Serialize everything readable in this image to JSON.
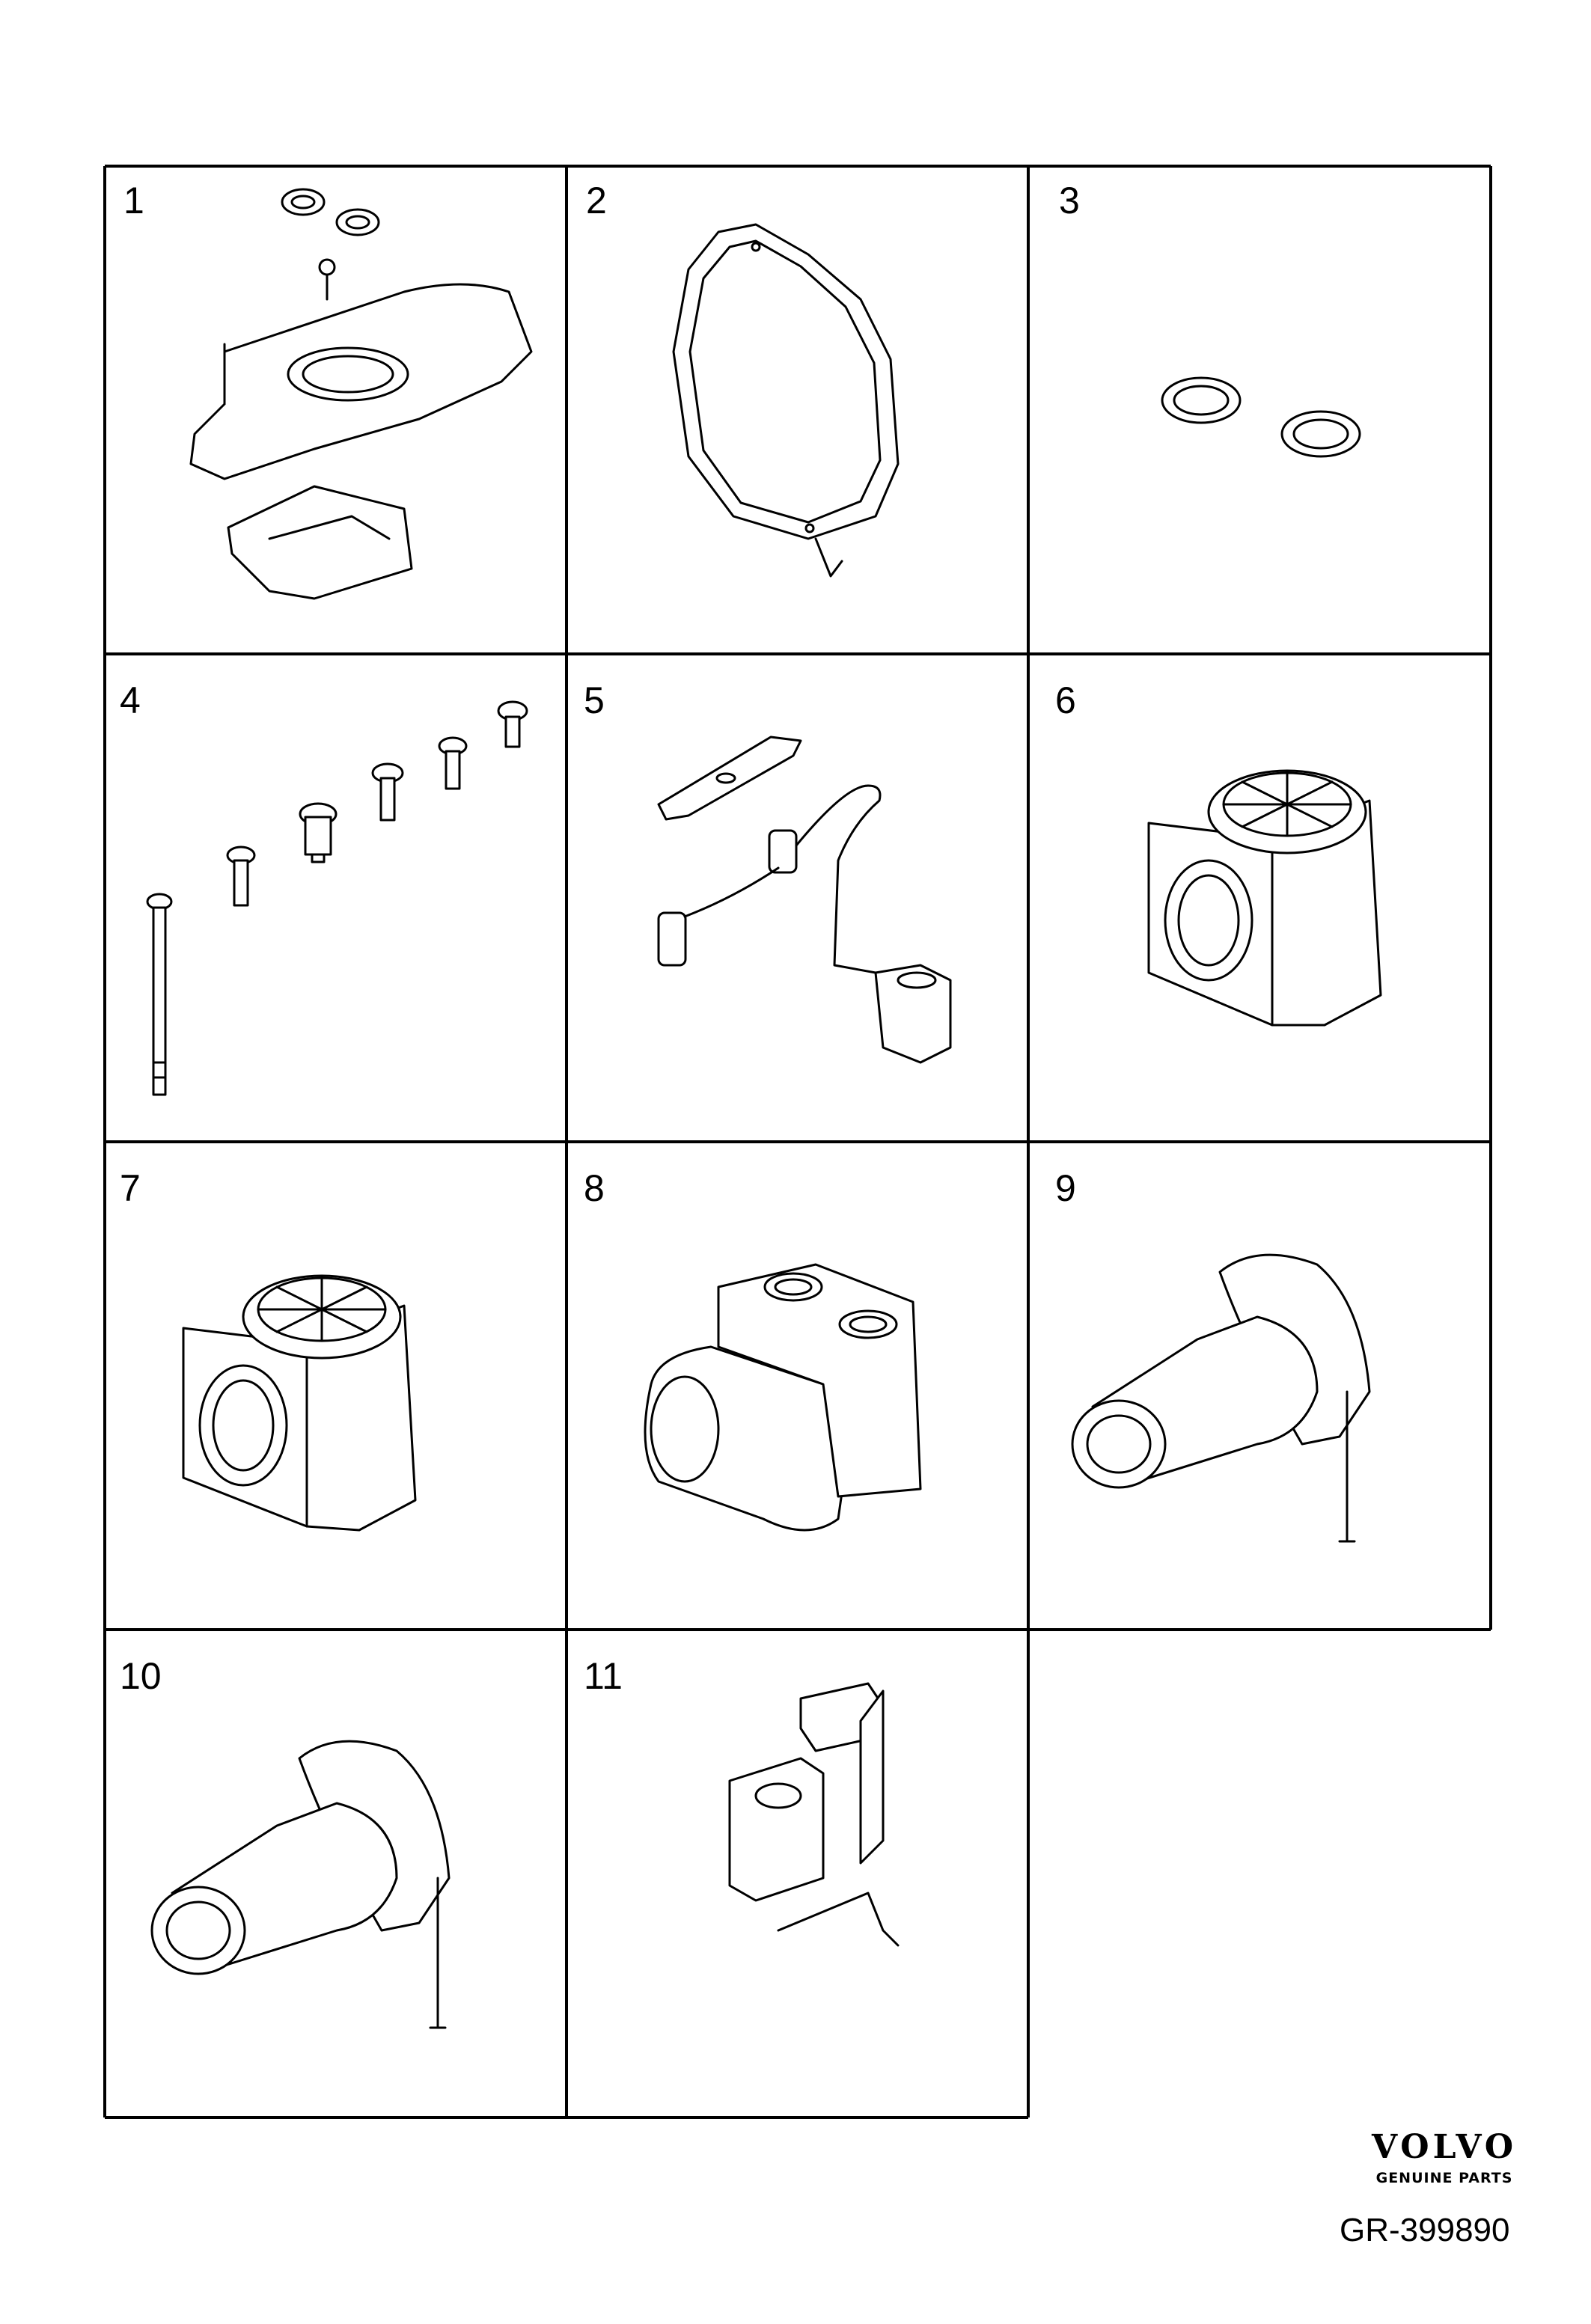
{
  "panels": [
    {
      "number": "1",
      "icon": "housing-cover-kit-icon"
    },
    {
      "number": "2",
      "icon": "gasket-icon"
    },
    {
      "number": "3",
      "icon": "seal-rings-icon"
    },
    {
      "number": "4",
      "icon": "screw-set-icon"
    },
    {
      "number": "5",
      "icon": "sensor-harness-icon"
    },
    {
      "number": "6",
      "icon": "blower-unit-icon"
    },
    {
      "number": "7",
      "icon": "blower-unit-icon"
    },
    {
      "number": "8",
      "icon": "heater-unit-icon"
    },
    {
      "number": "9",
      "icon": "combustion-tube-icon"
    },
    {
      "number": "10",
      "icon": "combustion-tube-icon"
    },
    {
      "number": "11",
      "icon": "connector-bracket-icon"
    }
  ],
  "brand": {
    "name": "VOLVO",
    "tagline": "GENUINE PARTS"
  },
  "reference": "GR-399890"
}
